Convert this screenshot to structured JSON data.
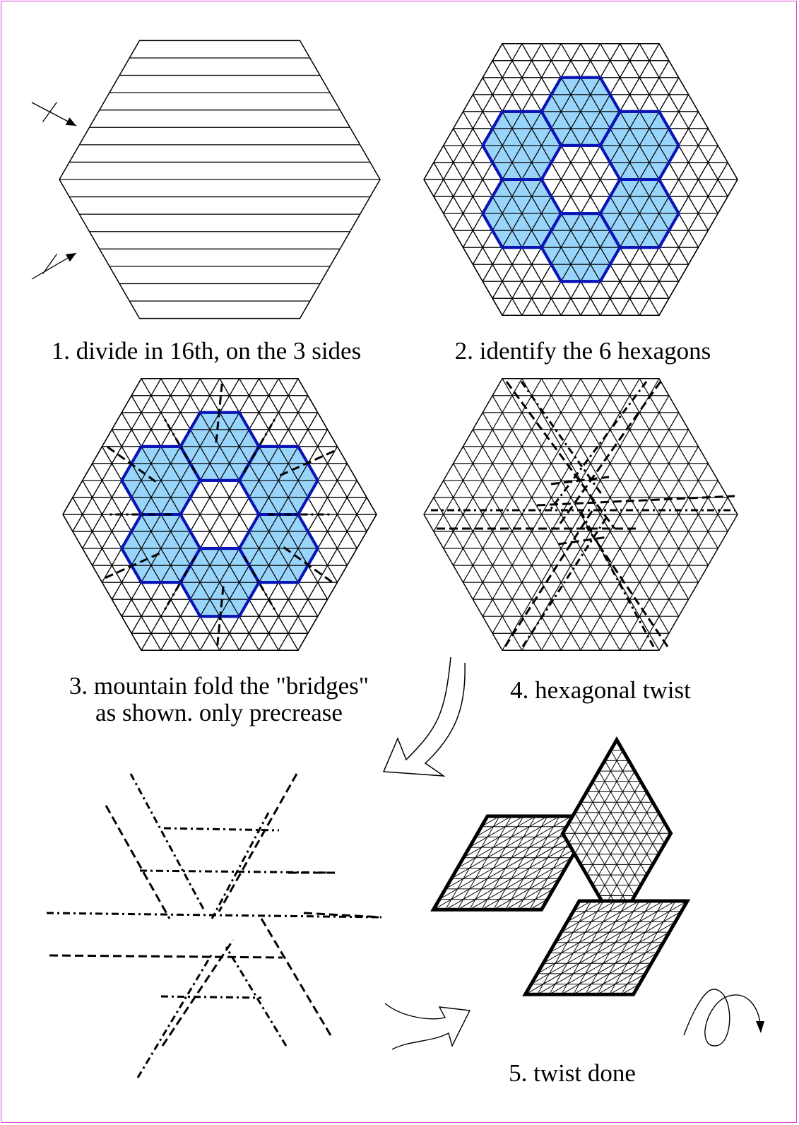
{
  "steps": [
    {
      "number": "1",
      "caption": "1. divide in 16th, on the 3 sides"
    },
    {
      "number": "2",
      "caption": "2. identify the 6 hexagons"
    },
    {
      "number": "3",
      "caption_line1": "3. mountain fold the \"bridges\"",
      "caption_line2": "as shown. only precrease"
    },
    {
      "number": "4",
      "caption": "4. hexagonal twist"
    },
    {
      "number": "5",
      "caption": "5. twist done"
    }
  ],
  "grid_divisions": 16,
  "hexagon_count": 6,
  "colors": {
    "frame": "#e040e0",
    "hex_fill": "#87cefa",
    "hex_stroke": "#0a14b4",
    "line": "#000000"
  }
}
